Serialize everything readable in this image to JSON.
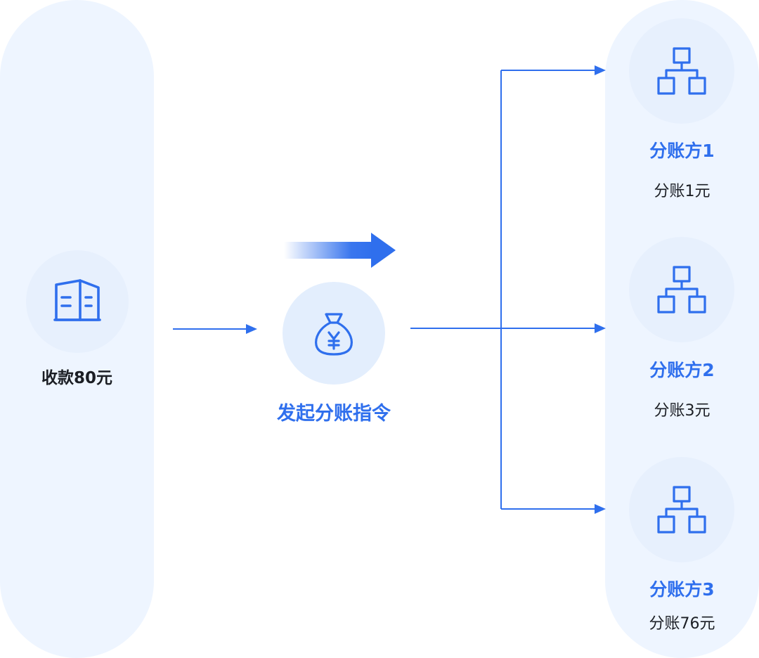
{
  "source": {
    "label": "收款80元"
  },
  "center": {
    "label": "发起分账指令"
  },
  "parties": [
    {
      "name": "分账方1",
      "amount": "分账1元"
    },
    {
      "name": "分账方2",
      "amount": "分账3元"
    },
    {
      "name": "分账方3",
      "amount": "分账76元"
    }
  ],
  "colors": {
    "accent": "#2f6fed",
    "pill_background": "#eef5ff",
    "icon_background": "#e7f0fd",
    "text_dark": "#1b1e24"
  },
  "icons": {
    "source": "building-icon",
    "center": "money-bag-yuan-icon",
    "party": "org-chart-icon"
  }
}
